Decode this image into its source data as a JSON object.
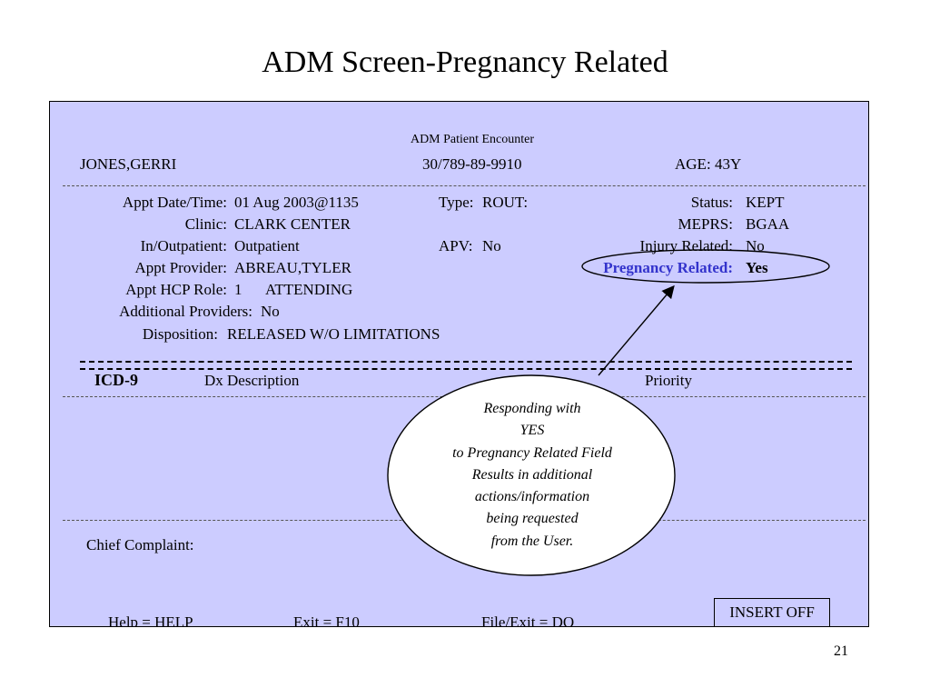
{
  "slide": {
    "title": "ADM Screen-Pregnancy Related",
    "page_number": "21"
  },
  "screen": {
    "header": "ADM Patient Encounter",
    "patient_name": "JONES,GERRI",
    "patient_id": "30/789-89-9910",
    "age_label": "AGE:",
    "age_value": "43Y"
  },
  "fields": {
    "appt_date_label": "Appt Date/Time:",
    "appt_date_value": "01 Aug 2003@1135",
    "clinic_label": "Clinic:",
    "clinic_value": "CLARK CENTER",
    "inout_label": "In/Outpatient:",
    "inout_value": "Outpatient",
    "provider_label": "Appt Provider:",
    "provider_value": "ABREAU,TYLER",
    "hcp_label": "Appt HCP Role:",
    "hcp_code": "1",
    "hcp_value": "ATTENDING",
    "additional_label": "Additional Providers:",
    "additional_value": "No",
    "disposition_label": "Disposition:",
    "disposition_value": "RELEASED W/O LIMITATIONS",
    "type_label": "Type:",
    "type_value": "ROUT:",
    "apv_label": "APV:",
    "apv_value": "No",
    "status_label": "Status:",
    "status_value": "KEPT",
    "meprs_label": "MEPRS:",
    "meprs_value": "BGAA",
    "injury_label": "Injury Related:",
    "injury_value": "No",
    "pregnancy_label": "Pregnancy Related:",
    "pregnancy_value": "Yes"
  },
  "dx_table": {
    "col_icd": "ICD-9",
    "col_desc": "Dx Description",
    "col_priority": "Priority"
  },
  "chief_complaint_label": "Chief Complaint:",
  "footer": {
    "help": "Help  = HELP",
    "exit": "Exit  =  F10",
    "file_exit": "File/Exit  =  DO",
    "insert_status": "INSERT OFF"
  },
  "callout": {
    "lines": [
      "Responding with",
      "YES",
      "to Pregnancy Related Field",
      "Results in additional",
      "actions/information",
      "being requested",
      "from the User."
    ]
  },
  "colors": {
    "terminal_bg": "#ccccff",
    "highlight": "#3333cc"
  }
}
